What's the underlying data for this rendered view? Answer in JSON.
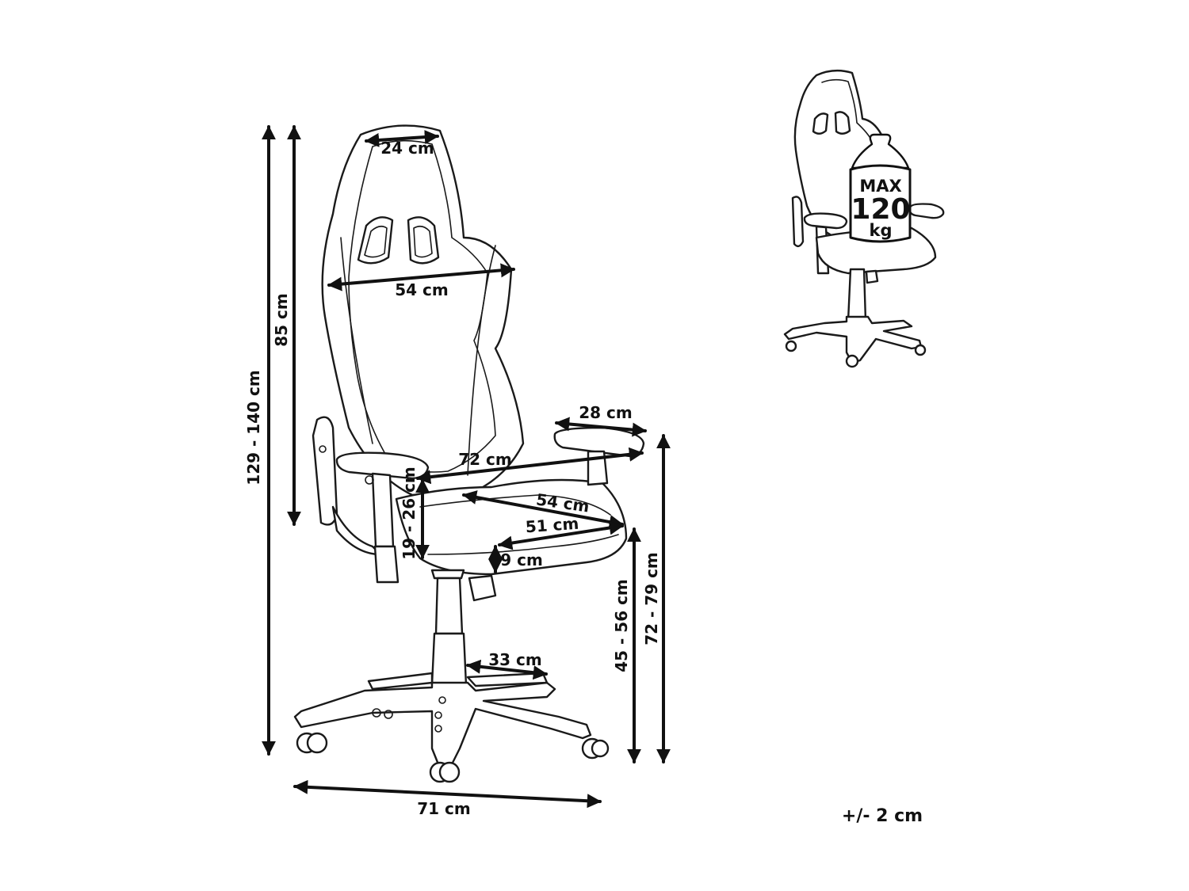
{
  "dimensions": {
    "headrest_width": "24 cm",
    "back_width": "54 cm",
    "overall_height": "129 - 140 cm",
    "back_height": "85 cm",
    "armrest_length": "28 cm",
    "armrest_span": "72 cm",
    "seat_width": "54 cm",
    "seat_depth": "51 cm",
    "seat_thickness": "9 cm",
    "armrest_height": "19 - 26 cm",
    "seat_height": "45 - 56 cm",
    "armrest_floor_height": "72 - 79 cm",
    "base_leg": "33 cm",
    "base_width": "71 cm"
  },
  "badge": {
    "max": "MAX",
    "value": "120",
    "unit": "kg"
  },
  "tolerance": "+/- 2 cm"
}
